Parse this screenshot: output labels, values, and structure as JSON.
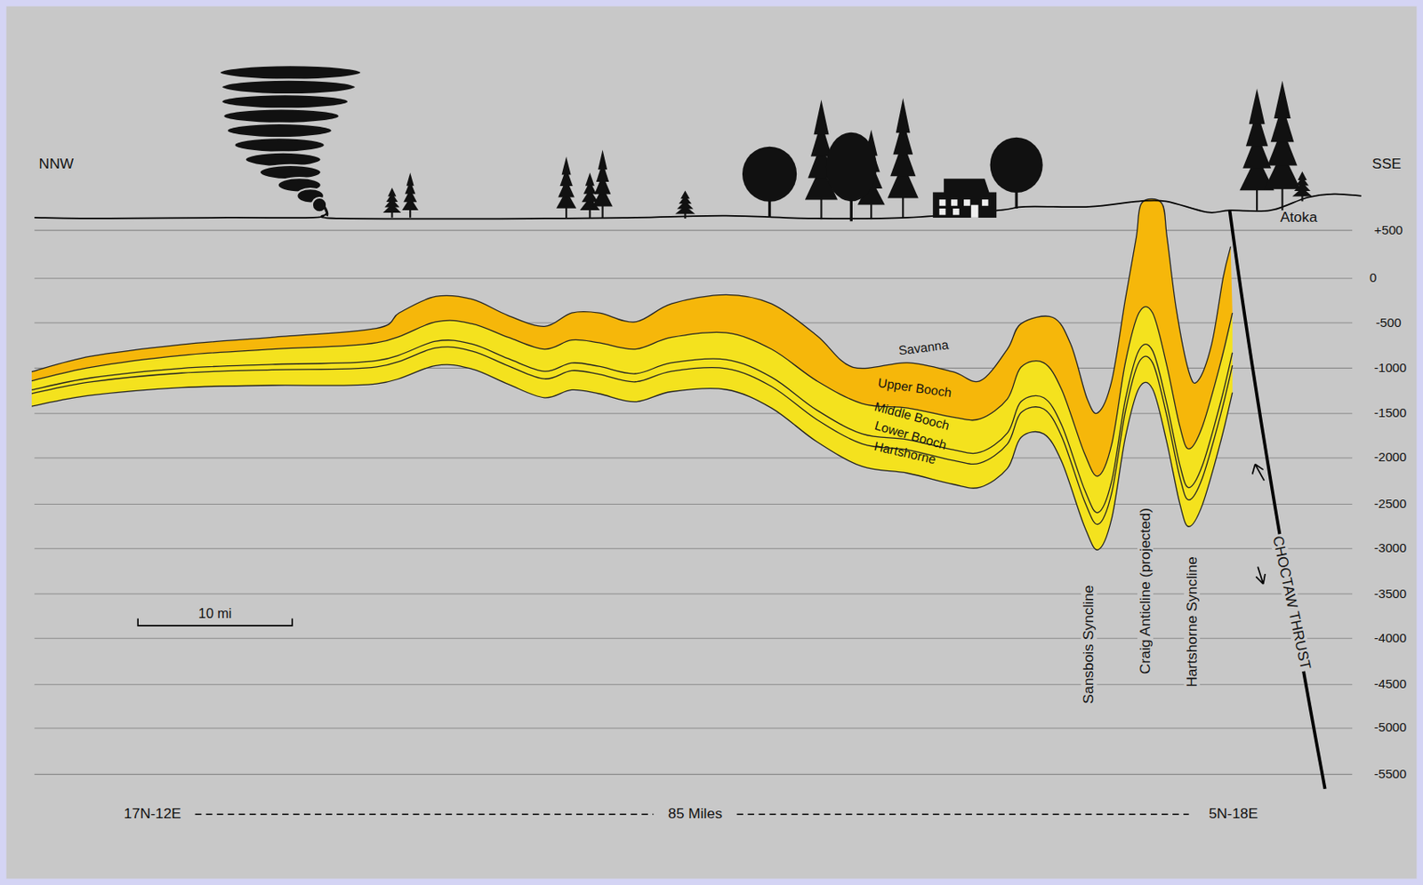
{
  "diagram": {
    "labels": [
      "NNW",
      "SSE",
      "Atoka",
      "+500",
      "0",
      "-500",
      "-1000",
      "-1500",
      "-2000",
      "-2500",
      "-3000",
      "-3500",
      "-4000",
      "-4500",
      "-5000",
      "-5500",
      "Savanna",
      "Upper Booch",
      "Middle Booch",
      "Lower Booch",
      "Hartshorne",
      "Sansbois Syncline",
      "Craig Anticline (projected)",
      "Hartshorne Syncline",
      "CHOCTAW THRUST",
      "10 mi",
      "17N-12E",
      "85 Miles",
      "5N-18E"
    ]
  }
}
